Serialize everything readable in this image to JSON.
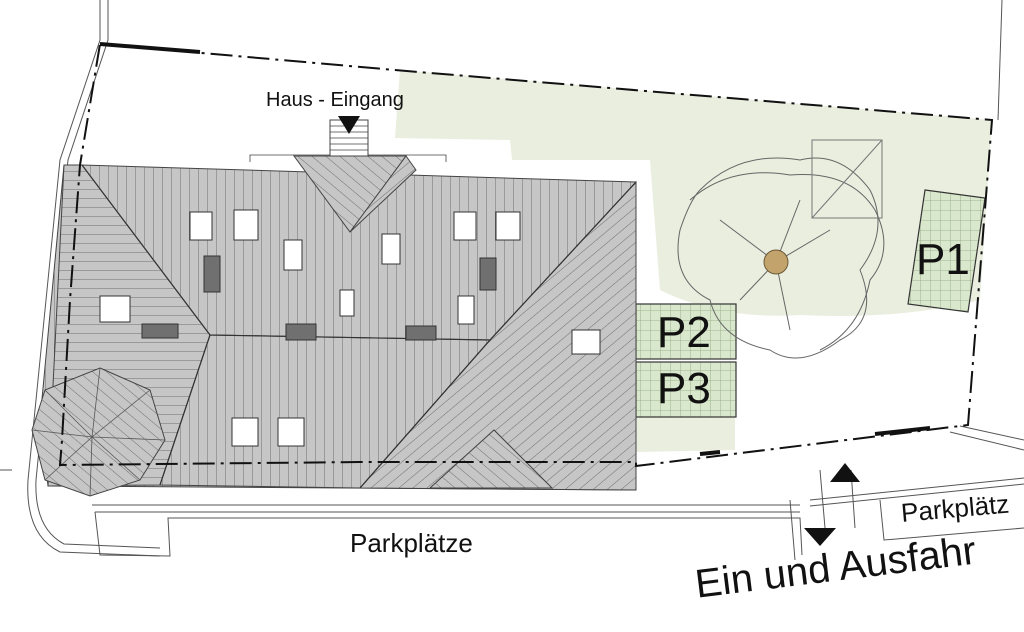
{
  "labels": {
    "entrance": "Haus - Eingang",
    "parking_main": "Parkplätze",
    "parking_right": "Parkplätz",
    "driveway": "Ein und Ausfahr",
    "p1": "P1",
    "p2": "P2",
    "p3": "P3"
  },
  "colors": {
    "garden": "#e9eedf",
    "parking_space": "#d9e8cc",
    "roof": "#c6c6c6",
    "roof_lines": "#6e6e6e",
    "skylight_dark": "#707070",
    "tree_trunk": "#c2a36c",
    "line": "#222222"
  },
  "icons": [
    "entrance-arrow-icon",
    "entry-arrow-up-icon",
    "exit-arrow-down-icon",
    "tree-icon"
  ]
}
